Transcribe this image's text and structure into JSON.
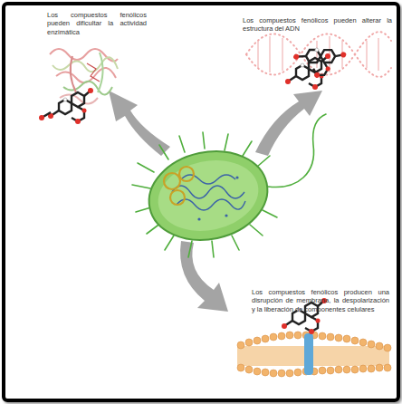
{
  "diagram": {
    "labels": [
      "Los compuestos fenólicos pueden dificultar la actividad enzimática",
      "Los compuestos fenólicos pueden alterar la estructura del ADN",
      "Los compuestos fenólicos producen una disrupción de membrana, la despolarización y la liberación de componentes celulares"
    ]
  }
}
